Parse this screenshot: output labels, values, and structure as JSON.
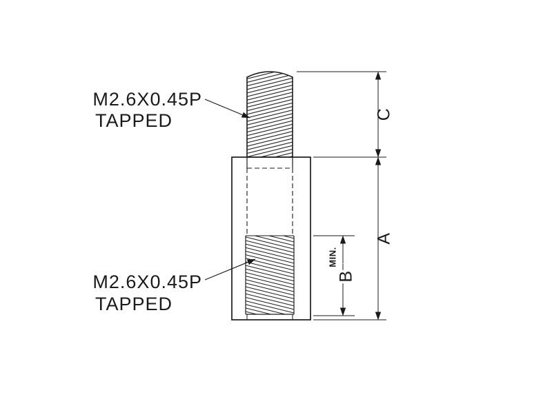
{
  "drawing": {
    "colors": {
      "line": "#1a1a1a",
      "background": "#ffffff"
    },
    "labels": {
      "top_thread": {
        "line1": "M2.6X0.45P",
        "line2": "TAPPED"
      },
      "bottom_thread": {
        "line1": "M2.6X0.45P",
        "line2": "TAPPED"
      }
    },
    "dimensions": {
      "overall_length": "A",
      "tapped_depth": "B",
      "tapped_depth_note": "MIN.",
      "stud_length": "C"
    }
  }
}
